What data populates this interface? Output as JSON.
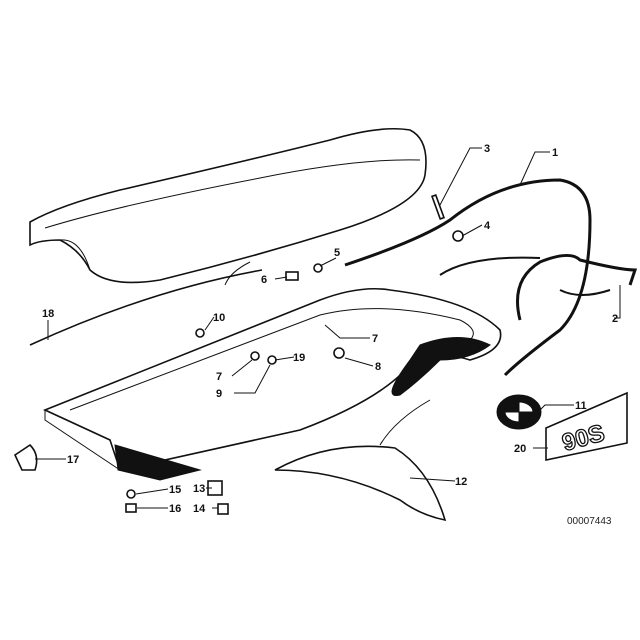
{
  "diagram": {
    "callouts": {
      "c1": "1",
      "c2": "2",
      "c3": "3",
      "c4": "4",
      "c5": "5",
      "c6": "6",
      "c7a": "7",
      "c7b": "7",
      "c8": "8",
      "c9": "9",
      "c10": "10",
      "c11": "11",
      "c12": "12",
      "c13": "13",
      "c14": "14",
      "c15": "15",
      "c16": "16",
      "c17": "17",
      "c18": "18",
      "c19": "19",
      "c20": "20"
    },
    "badge_text": "90S",
    "reference_number": "00007443"
  }
}
